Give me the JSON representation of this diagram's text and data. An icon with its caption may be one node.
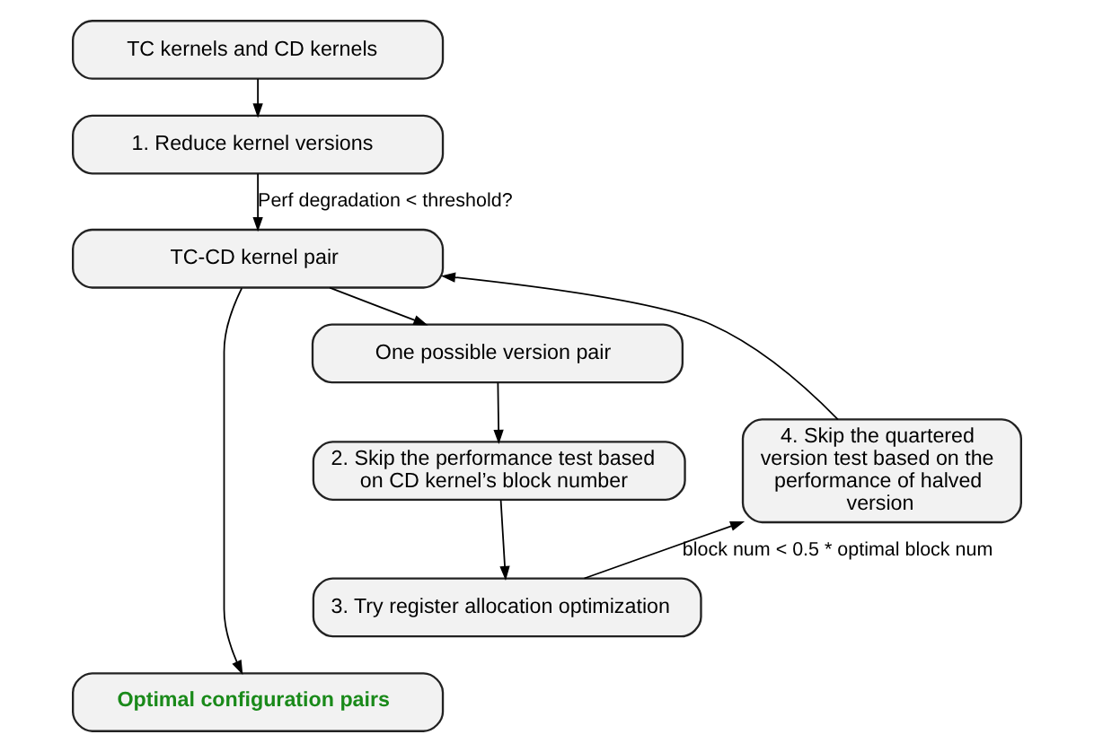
{
  "diagram": {
    "nodes": [
      {
        "text": [
          "TC kernels and CD kernels"
        ]
      },
      {
        "text": [
          "1. Reduce kernel versions"
        ]
      },
      {
        "text": [
          "TC-CD kernel pair"
        ]
      },
      {
        "text": [
          "One possible version pair"
        ]
      },
      {
        "text": [
          "2. Skip the performance test based on CD kernel’s block number"
        ]
      },
      {
        "text": [
          "3. Try register allocation optimization"
        ]
      },
      {
        "text": [
          "4. Skip the quartered version test based on the performance of halved version"
        ]
      },
      {
        "text": [
          "Optimal configuration pairs"
        ]
      }
    ],
    "edges": [
      {
        "from": 0,
        "to": 1,
        "arrow": "to"
      },
      {
        "from": 1,
        "to": 2,
        "arrow": "to",
        "label": "Perf degradation < threshold?"
      },
      {
        "from": 2,
        "to": 3,
        "arrow": "to"
      },
      {
        "from": 3,
        "to": 4,
        "arrow": "to"
      },
      {
        "from": 4,
        "to": 5,
        "arrow": "to"
      },
      {
        "from": 5,
        "to": 6,
        "arrow": "to",
        "label": "block num < 0.5 * optimal block num"
      },
      {
        "from": 6,
        "to": 2,
        "arrow": "to"
      },
      {
        "from": 2,
        "to": 7,
        "arrow": "to"
      }
    ]
  }
}
